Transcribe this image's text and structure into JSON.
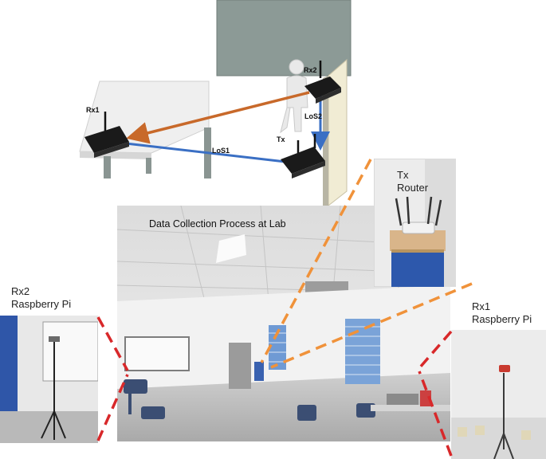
{
  "scene": {
    "device_labels": {
      "rx1": "Rx1",
      "rx2": "Rx2",
      "tx": "Tx",
      "los1": "LoS1",
      "los2": "LoS2"
    },
    "colors": {
      "orange_link": "#c8692a",
      "blue_link": "#3a6fc4",
      "dashed_orange": "#f0923a",
      "dashed_red": "#d8282a",
      "wall": "#8c9a96",
      "table_top": "#eeeeee",
      "table_leg": "#8a9592"
    }
  },
  "photos": {
    "main_caption": "Data Collection Process at Lab",
    "tx_caption_line1": "Tx",
    "tx_caption_line2": "Router",
    "rx2_caption_line1": "Rx2",
    "rx2_caption_line2": "Raspberry Pi",
    "rx1_caption_line1": "Rx1",
    "rx1_caption_line2": "Raspberry Pi"
  }
}
